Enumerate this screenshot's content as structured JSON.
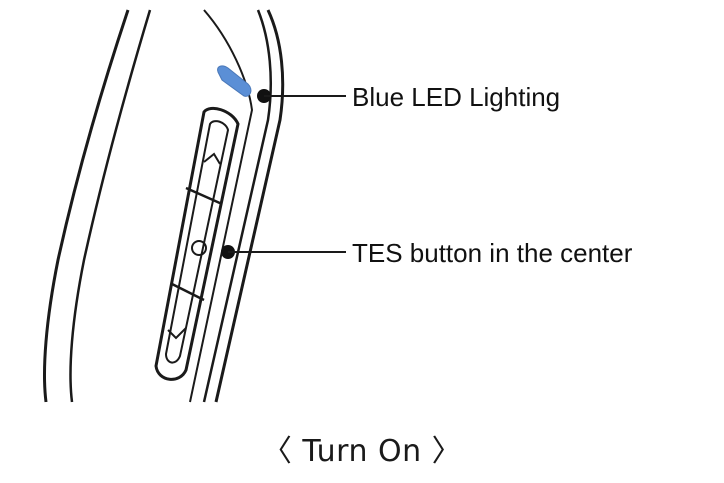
{
  "callouts": {
    "led": "Blue LED Lighting",
    "button": "TES button in the center"
  },
  "caption": "〈 Turn On 〉",
  "colors": {
    "led": "#5b8fd6",
    "line": "#1a1a1a"
  }
}
